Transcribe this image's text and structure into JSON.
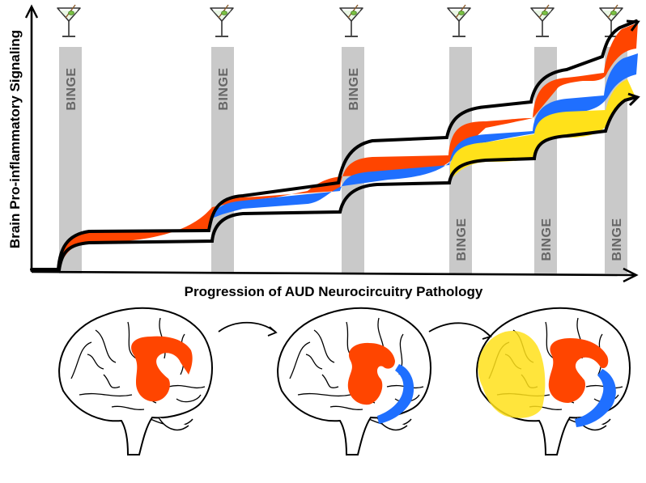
{
  "figure": {
    "y_axis_label": "Brain Pro-inflammatory Signaling",
    "x_axis_label": "Progression of AUD Neurocircuitry Pathology",
    "binge_label": "BINGE",
    "binge_count": 6,
    "colors": {
      "red": "#ff4500",
      "blue": "#1f6fff",
      "yellow": "#ffe11a",
      "binge_bar": "#c9c9c9",
      "outline": "#000000"
    },
    "icons": [
      "martini-glass-icon",
      "brain-icon",
      "arrow-icon"
    ],
    "brains": [
      {
        "regions": [
          "red"
        ]
      },
      {
        "regions": [
          "red",
          "blue"
        ]
      },
      {
        "regions": [
          "red",
          "blue",
          "yellow"
        ]
      }
    ]
  }
}
